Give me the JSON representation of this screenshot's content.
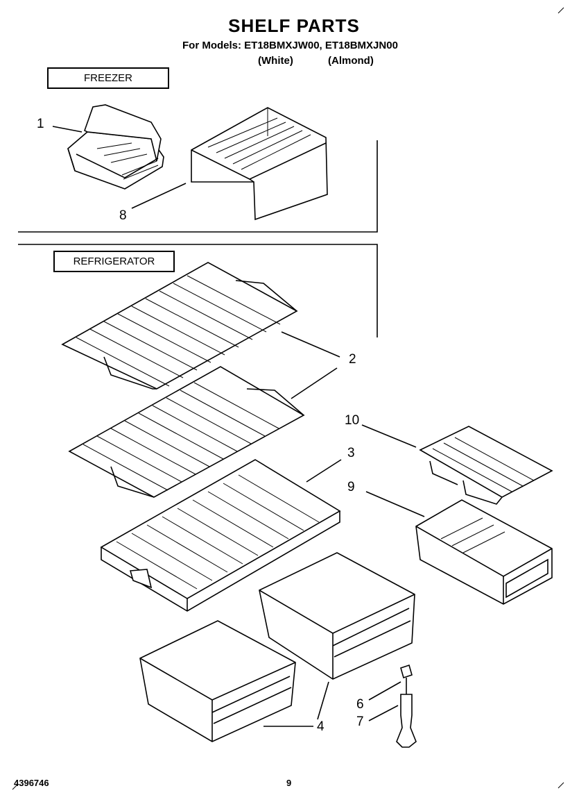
{
  "header": {
    "title": "SHELF PARTS",
    "models_line": "For Models: ET18BMXJW00, ET18BMXJN00",
    "finish_white": "(White)",
    "finish_almond": "(Almond)"
  },
  "sections": {
    "freezer_label": "FREEZER",
    "refrigerator_label": "REFRIGERATOR"
  },
  "callouts": {
    "c1": "1",
    "c8": "8",
    "c2": "2",
    "c10": "10",
    "c3": "3",
    "c9": "9",
    "c6": "6",
    "c7": "7",
    "c4": "4"
  },
  "footer": {
    "doc_number": "4396746",
    "page_number": "9"
  }
}
